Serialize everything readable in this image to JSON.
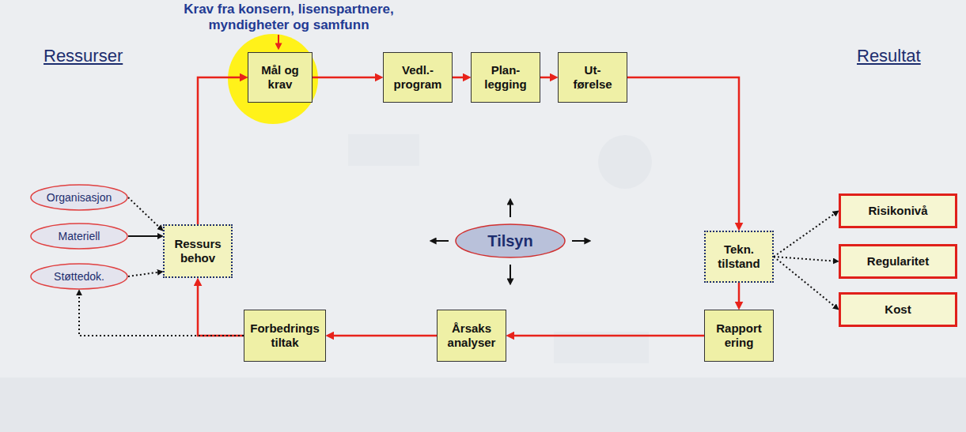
{
  "diagram": {
    "nodes": [
      {
        "text": [
          "Mål og krav"
        ]
      },
      {
        "text": [
          "Vedl.- program"
        ]
      },
      {
        "text": [
          "Plan- legging"
        ]
      },
      {
        "text": [
          "Ut- førelse"
        ]
      },
      {
        "text": [
          "Organisasjon"
        ]
      },
      {
        "text": [
          "Materiell"
        ]
      },
      {
        "text": [
          "Støttedok."
        ]
      },
      {
        "text": [
          "Ressurs behov"
        ]
      },
      {
        "text": [
          "Tilsyn"
        ]
      },
      {
        "text": [
          "Tekn. tilstand"
        ]
      },
      {
        "text": [
          "Risikonivå"
        ]
      },
      {
        "text": [
          "Regularitet"
        ]
      },
      {
        "text": [
          "Kost"
        ]
      },
      {
        "text": [
          "Forbedrings tiltak"
        ]
      },
      {
        "text": [
          "Årsaks analyser"
        ]
      },
      {
        "text": [
          "Rapport ering"
        ]
      }
    ],
    "edges": [
      {
        "from": 0,
        "to": 1,
        "arrow": "to"
      },
      {
        "from": 1,
        "to": 2,
        "arrow": "to"
      },
      {
        "from": 2,
        "to": 3,
        "arrow": "to"
      },
      {
        "from": 3,
        "to": 9,
        "arrow": "to"
      },
      {
        "from": 9,
        "to": 10,
        "arrow": "to"
      },
      {
        "from": 9,
        "to": 11,
        "arrow": "to"
      },
      {
        "from": 9,
        "to": 12,
        "arrow": "to"
      },
      {
        "from": 9,
        "to": 15,
        "arrow": "to"
      },
      {
        "from": 15,
        "to": 14,
        "arrow": "to"
      },
      {
        "from": 14,
        "to": 13,
        "arrow": "to"
      },
      {
        "from": 13,
        "to": 7,
        "arrow": "to"
      },
      {
        "from": 7,
        "to": 0,
        "arrow": "to"
      },
      {
        "from": 4,
        "to": 7,
        "arrow": "to"
      },
      {
        "from": 5,
        "to": 7,
        "arrow": "to"
      },
      {
        "from": 6,
        "to": 7,
        "arrow": "to"
      },
      {
        "from": 13,
        "to": 6,
        "arrow": "to"
      }
    ],
    "labels": [
      "Krav fra konsern, lisenspartnere, myndigheter og samfunn",
      "Ressurser",
      "Resultat"
    ]
  }
}
